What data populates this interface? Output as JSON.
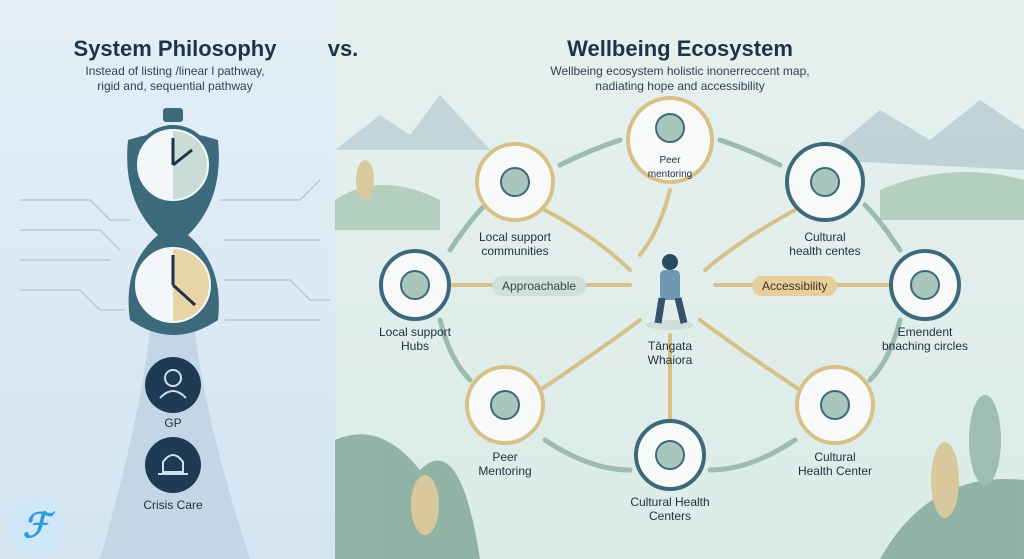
{
  "left": {
    "title": "System Philosophy",
    "subtitle_line1": "Instead of listing /linear l pathway,",
    "subtitle_line2": "rigid and, sequential pathway",
    "steps": [
      {
        "label": "GP",
        "icon": "doctor-icon"
      },
      {
        "label": "Crisis Care",
        "icon": "alarm-icon"
      }
    ]
  },
  "vs_label": "vs.",
  "right": {
    "title": "Wellbeing Ecosystem",
    "subtitle_line1": "Wellbeing ecosystem holistic inonerreccent map,",
    "subtitle_line2": "nadiating hope and accessibility",
    "center": {
      "line1": "Tāngata",
      "line2": "Whaiora"
    },
    "pills": {
      "approachable": "Approachable",
      "accessibility": "Accessibility"
    },
    "nodes": [
      {
        "line1": "Peer",
        "line2": "mentoring",
        "icon": "people-group-icon"
      },
      {
        "line1": "Local support",
        "line2": "communities",
        "icon": "shop-icon"
      },
      {
        "line1": "Cultural",
        "line2": "health centes",
        "icon": "heart-circle-icon"
      },
      {
        "line1": "Local support",
        "line2": "Hubs",
        "icon": "clinic-icon"
      },
      {
        "line1": "Emendent",
        "line2": "bnaching circles",
        "icon": "family-icon"
      },
      {
        "line1": "Peer",
        "line2": "Mentoring",
        "icon": "person-circle-icon"
      },
      {
        "line1": "Cultural Health",
        "line2": "Centers",
        "icon": "community-icon"
      },
      {
        "line1": "Cultural",
        "line2": "Health Center",
        "icon": "leaf-icon"
      }
    ]
  },
  "colors": {
    "navy": "#1d3347",
    "teal": "#3d6a7a",
    "gold": "#d8c08a",
    "sage": "#9dbcae"
  }
}
